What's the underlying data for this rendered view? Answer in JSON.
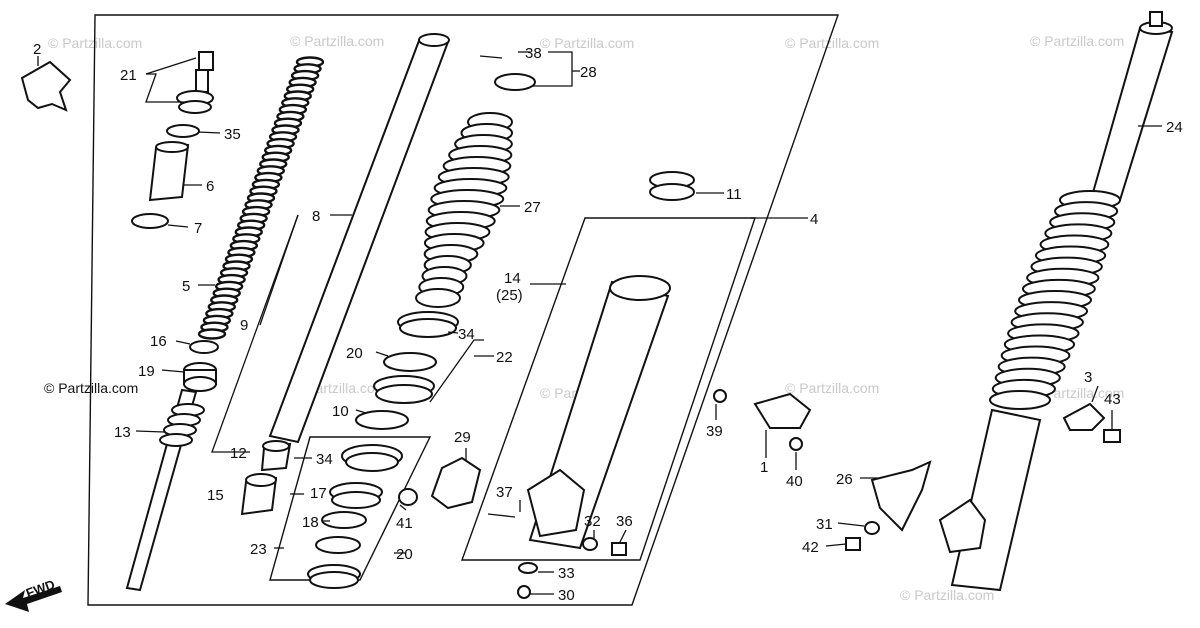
{
  "watermarks": [
    "© Partzilla.com",
    "© Partzilla.com",
    "© Partzilla.com",
    "© Partzilla.com",
    "© Partzilla.com",
    "© Partzilla.com",
    "© Partzilla.com",
    "© Partzilla.com",
    "© Partzilla.com",
    "© Partzilla.com",
    "© Partzilla.com"
  ],
  "fwd_label": "FWD",
  "callouts": {
    "c1": "1",
    "c2": "2",
    "c3": "3",
    "c4": "4",
    "c5": "5",
    "c6": "6",
    "c7": "7",
    "c8": "8",
    "c9": "9",
    "c10": "10",
    "c11": "11",
    "c12": "12",
    "c13": "13",
    "c14": "14",
    "c14b": "(25)",
    "c15": "15",
    "c16": "16",
    "c17": "17",
    "c18": "18",
    "c19": "19",
    "c20a": "20",
    "c20b": "20",
    "c21": "21",
    "c22": "22",
    "c23": "23",
    "c24": "24",
    "c26": "26",
    "c27": "27",
    "c28": "28",
    "c29": "29",
    "c30": "30",
    "c31": "31",
    "c32": "32",
    "c33": "33",
    "c34a": "34",
    "c34b": "34",
    "c35": "35",
    "c36": "36",
    "c37": "37",
    "c38": "38",
    "c39": "39",
    "c40": "40",
    "c41": "41",
    "c42": "42",
    "c43": "43"
  }
}
